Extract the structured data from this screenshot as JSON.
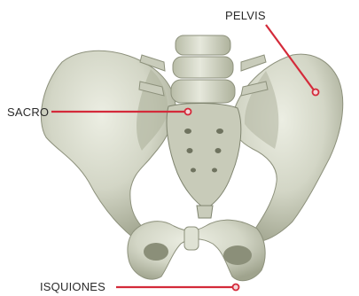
{
  "labels": {
    "pelvis": "PELVIS",
    "sacro": "SACRO",
    "isquiones": "ISQUIONES"
  },
  "colors": {
    "leader": "#d42a3a",
    "bone": "#d9dccd",
    "bone_shadow": "#a9ad98",
    "bone_dark": "#7f846f",
    "text": "#2a2a2a"
  }
}
